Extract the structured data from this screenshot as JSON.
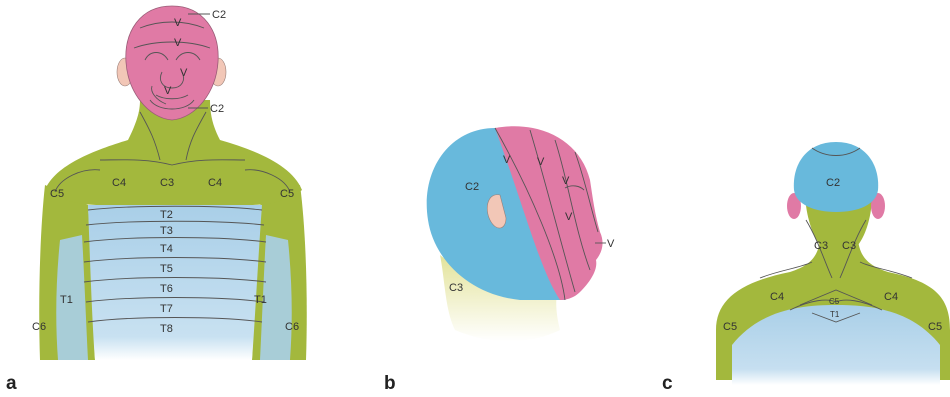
{
  "panels": {
    "a": {
      "letter": "a",
      "labels": {
        "c2_top": "C2",
        "v1": "V",
        "v2": "V",
        "v3": "V",
        "v4": "V",
        "c2_neck": "C2",
        "c4_left": "C4",
        "c3": "C3",
        "c4_right": "C4",
        "c5_left": "C5",
        "c5_right": "C5",
        "t2": "T2",
        "t3": "T3",
        "t4": "T4",
        "t5": "T5",
        "t6": "T6",
        "t7": "T7",
        "t8": "T8",
        "t1_left": "T1",
        "t1_right": "T1",
        "c6_left": "C6",
        "c6_right": "C6"
      }
    },
    "b": {
      "letter": "b",
      "labels": {
        "c2": "C2",
        "v1": "V",
        "v2": "V",
        "v3": "V",
        "v4": "V",
        "v5": "V",
        "c3": "C3"
      }
    },
    "c": {
      "letter": "c",
      "labels": {
        "c2": "C2",
        "c3_left": "C3",
        "c3_right": "C3",
        "c4_left": "C4",
        "c4_right": "C4",
        "c5_center": "C5",
        "t1": "T1",
        "c5_left": "C5",
        "c5_right": "C5"
      }
    }
  },
  "colors": {
    "trigeminal": "#e07aa5",
    "cervical_blue": "#68b9dc",
    "cervical_green": "#a3b83d",
    "thoracic_blue": "#a9cfe8",
    "c3_yellow": "#e3e39a",
    "skin": "#f2c7b7"
  }
}
